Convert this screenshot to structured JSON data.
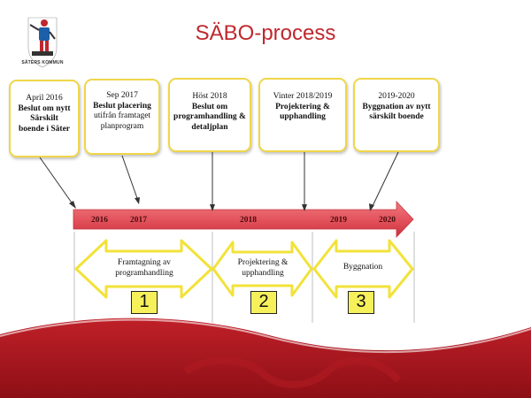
{
  "title": "SÄBO-process",
  "logo": {
    "text": "SÄTERS KOMMUN"
  },
  "milestones": [
    {
      "date": "April 2016",
      "desc": "Beslut om nytt Särskilt",
      "note": "boende i Säter"
    },
    {
      "date": "Sep 2017",
      "desc": "Beslut placering",
      "note": "utifrån framtaget planprogram"
    },
    {
      "date": "Höst 2018",
      "desc": "Beslut om programhandling & detaljplan",
      "note": ""
    },
    {
      "date": "Vinter 2018/2019",
      "desc": "Projektering & upphandling",
      "note": ""
    },
    {
      "date": "2019-2020",
      "desc": "Byggnation av nytt särskilt boende",
      "note": ""
    }
  ],
  "timeline_years": [
    "2016",
    "2017",
    "2018",
    "2019",
    "2020"
  ],
  "phases": [
    {
      "label": "Framtagning av programhandling",
      "number": "1"
    },
    {
      "label": "Projektering & upphandling",
      "number": "2"
    },
    {
      "label": "Byggnation",
      "number": "3"
    }
  ],
  "colors": {
    "title": "#c0282e",
    "timeline_bar": "#e2505a",
    "box_border": "#f0d64a",
    "number_box": "#f6f15a",
    "footer": "#a5141c"
  }
}
